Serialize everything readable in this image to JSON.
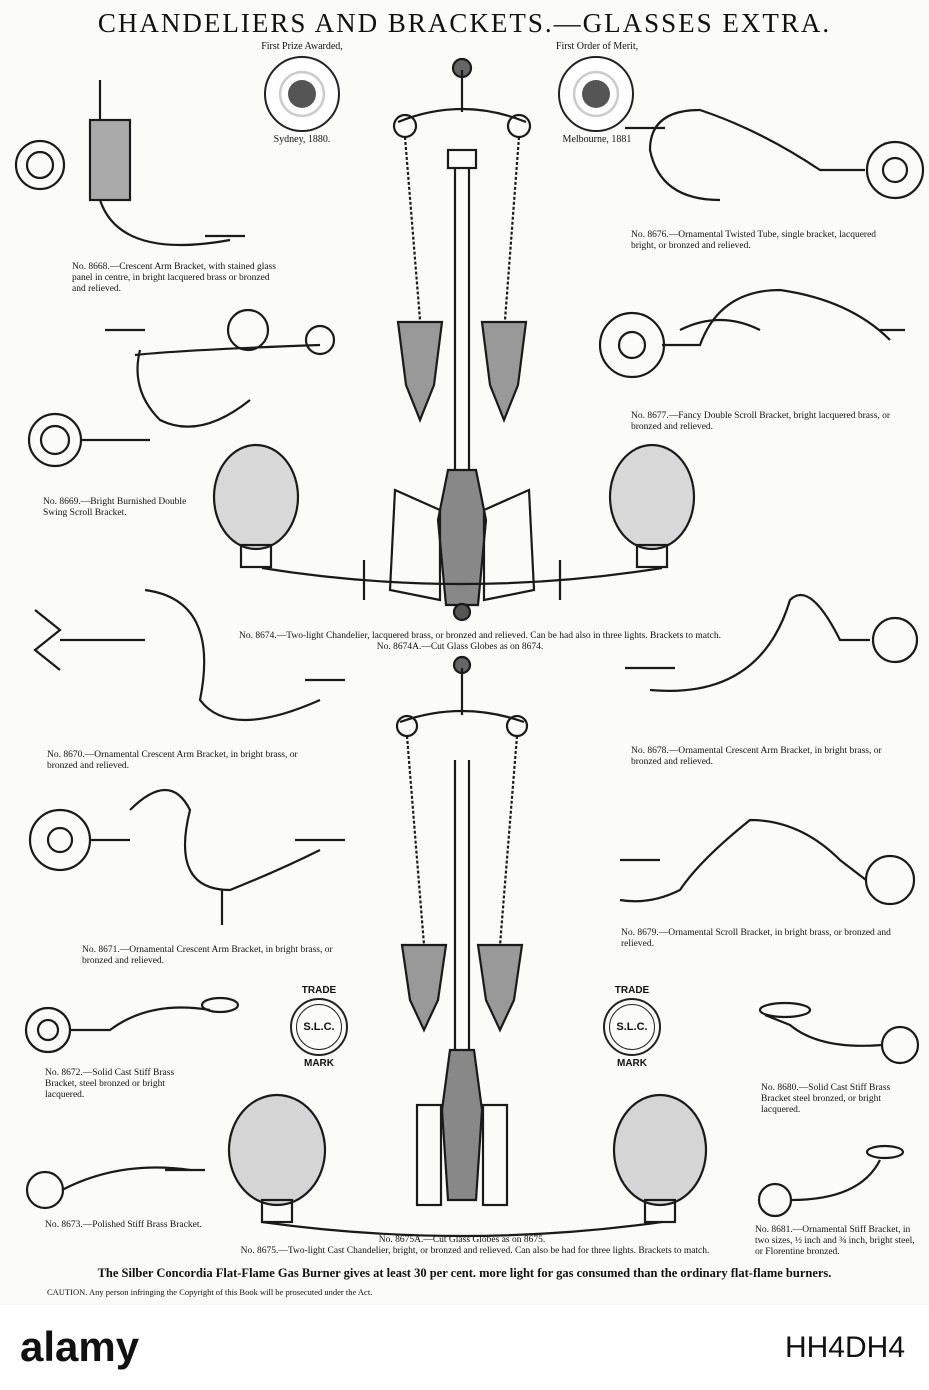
{
  "header": {
    "title": "CHANDELIERS AND BRACKETS.—GLASSES EXTRA.",
    "medal_left_top": "First Prize Awarded,",
    "medal_left_bottom": "Sydney, 1880.",
    "medal_right_top": "First Order of Merit,",
    "medal_right_bottom": "Melbourne, 1881"
  },
  "captions": {
    "c8668": "No. 8668.—Crescent Arm Bracket, with stained glass panel in centre, in bright lacquered brass or bronzed and relieved.",
    "c8669": "No. 8669.—Bright Burnished Double Swing Scroll Bracket.",
    "c8670": "No. 8670.—Ornamental Crescent Arm Bracket, in bright brass, or bronzed and relieved.",
    "c8671": "No. 8671.—Ornamental Crescent Arm Bracket, in bright brass, or bronzed and relieved.",
    "c8672": "No. 8672.—Solid Cast Stiff Brass Bracket, steel bronzed or bright lacquered.",
    "c8673": "No. 8673.—Polished Stiff Brass Bracket.",
    "c8674": "No. 8674.—Two-light Chandelier, lacquered brass, or bronzed and relieved.  Can be had also in three lights.  Brackets to match.",
    "c8674a": "No. 8674A.—Cut Glass Globes as on 8674.",
    "c8675": "No. 8675.—Two-light Cast Chandelier, bright, or bronzed and relieved.  Can also be had for three lights.  Brackets to match.",
    "c8675a": "No. 8675A.—Cut Glass Globes as on 8675.",
    "c8676": "No. 8676.—Ornamental Twisted Tube, single bracket, lacquered bright, or bronzed and relieved.",
    "c8677": "No. 8677.—Fancy Double Scroll Bracket, bright lacquered brass, or bronzed and relieved.",
    "c8678": "No. 8678.—Ornamental Crescent Arm Bracket, in bright brass, or bronzed and relieved.",
    "c8679": "No. 8679.—Ornamental Scroll Bracket, in bright brass, or bronzed and relieved.",
    "c8680": "No. 8680.—Solid Cast Stiff Brass Bracket steel bronzed, or bright lacquered.",
    "c8681": "No. 8681.—Ornamental Stiff Bracket, in two sizes, ½ inch and ⅜ inch, bright steel, or Florentine bronzed."
  },
  "trade_mark": {
    "top": "TRADE",
    "center": "S.L.C.",
    "bottom": "MARK"
  },
  "footer": {
    "claim": "The Silber Concordia Flat-Flame Gas Burner gives at least 30 per cent. more light for gas consumed than the ordinary flat-flame burners.",
    "caution": "CAUTION.  Any person infringing the Copyright of this Book will be prosecuted under the Act."
  },
  "watermark": {
    "logo": "alamy",
    "image_id": "HH4DH4"
  },
  "colors": {
    "ink": "#1a1a1a",
    "paper": "#fbfbf9"
  }
}
